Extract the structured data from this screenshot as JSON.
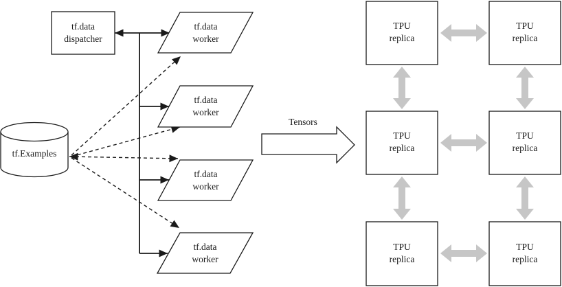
{
  "colors": {
    "stroke": "#1a1a1a",
    "connector_gray": "#c6c6c6",
    "background": "#ffffff",
    "node_fill": "#ffffff"
  },
  "diagram": {
    "source": {
      "label": "tf.Examples",
      "shape": "cylinder"
    },
    "dispatcher": {
      "label": "tf.data\ndispatcher",
      "shape": "rectangle"
    },
    "workers": [
      {
        "label": "tf.data\nworker",
        "shape": "parallelogram"
      },
      {
        "label": "tf.data\nworker",
        "shape": "parallelogram"
      },
      {
        "label": "tf.data\nworker",
        "shape": "parallelogram"
      },
      {
        "label": "tf.data\nworker",
        "shape": "parallelogram"
      }
    ],
    "transfer": {
      "label": "Tensors",
      "shape": "block-arrow"
    },
    "tpus": [
      {
        "label": "TPU\nreplica",
        "row": 1,
        "col": 1
      },
      {
        "label": "TPU\nreplica",
        "row": 1,
        "col": 2
      },
      {
        "label": "TPU\nreplica",
        "row": 2,
        "col": 1
      },
      {
        "label": "TPU\nreplica",
        "row": 2,
        "col": 2
      },
      {
        "label": "TPU\nreplica",
        "row": 3,
        "col": 1
      },
      {
        "label": "TPU\nreplica",
        "row": 3,
        "col": 2
      }
    ]
  }
}
